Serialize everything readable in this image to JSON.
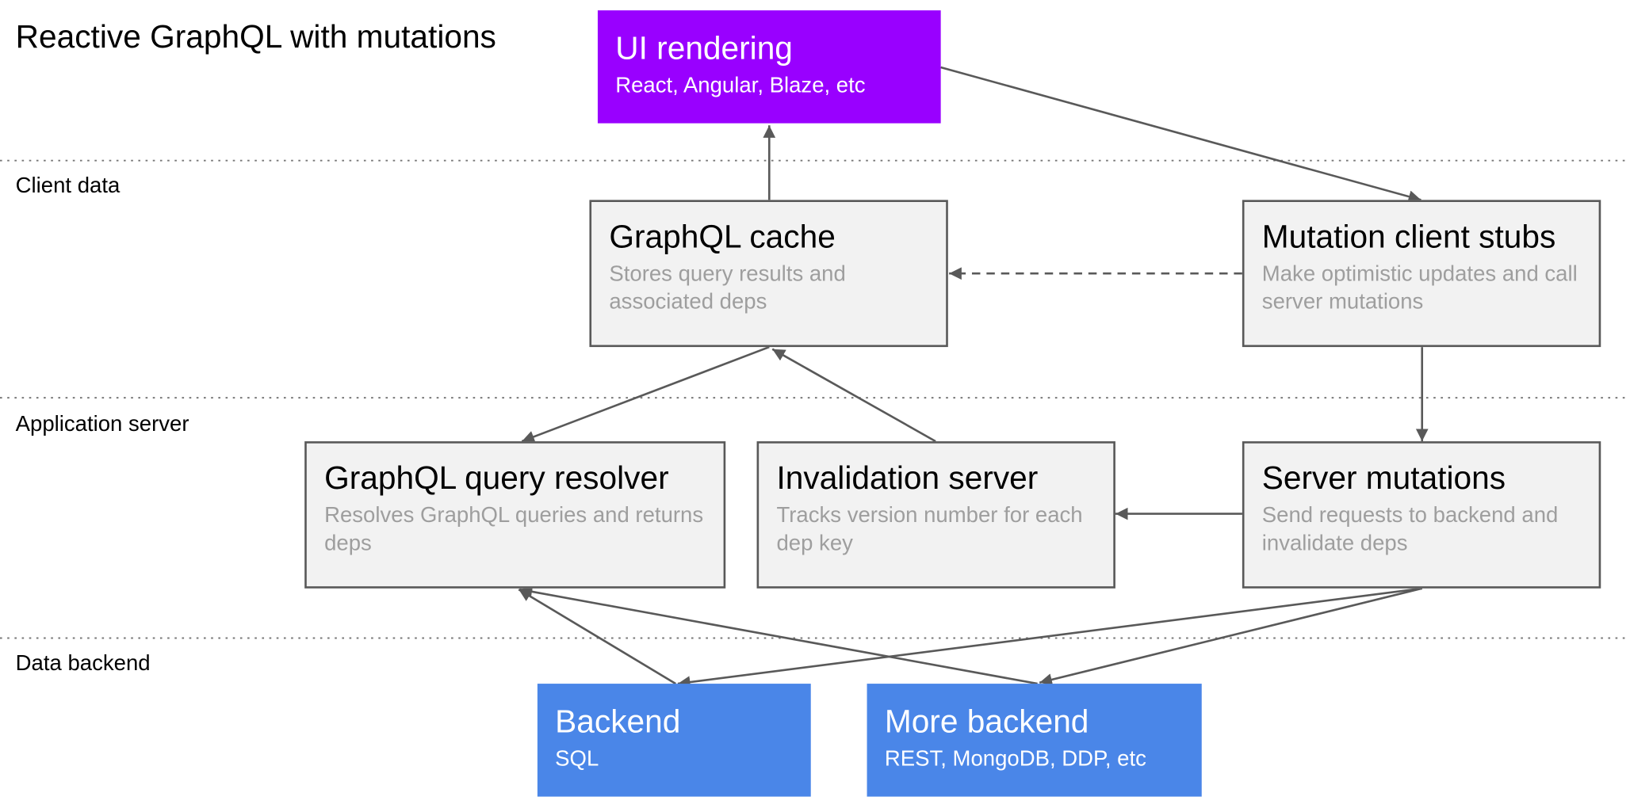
{
  "title": "Reactive GraphQL with mutations",
  "lanes": {
    "client": "Client data",
    "app": "Application server",
    "data": "Data backend"
  },
  "nodes": {
    "ui": {
      "title": "UI rendering",
      "subtitle": "React, Angular, Blaze, etc"
    },
    "cache": {
      "title": "GraphQL cache",
      "subtitle": "Stores query results and associated deps"
    },
    "stubs": {
      "title": "Mutation client stubs",
      "subtitle": "Make optimistic updates and call server mutations"
    },
    "resolver": {
      "title": "GraphQL query resolver",
      "subtitle": "Resolves GraphQL queries and returns deps"
    },
    "invalidation": {
      "title": "Invalidation server",
      "subtitle": "Tracks version number for each dep key"
    },
    "mutations": {
      "title": "Server mutations",
      "subtitle": "Send requests to backend and invalidate deps"
    },
    "backend": {
      "title": "Backend",
      "subtitle": "SQL"
    },
    "more_backend": {
      "title": "More backend",
      "subtitle": "REST, MongoDB, DDP, etc"
    }
  },
  "edges": [
    {
      "from": "cache",
      "to": "ui",
      "style": "solid"
    },
    {
      "from": "ui",
      "to": "stubs",
      "style": "solid"
    },
    {
      "from": "stubs",
      "to": "cache",
      "style": "dashed"
    },
    {
      "from": "stubs",
      "to": "mutations",
      "style": "solid"
    },
    {
      "from": "cache",
      "to": "resolver",
      "style": "solid"
    },
    {
      "from": "invalidation",
      "to": "cache",
      "style": "solid"
    },
    {
      "from": "mutations",
      "to": "invalidation",
      "style": "solid"
    },
    {
      "from": "backend",
      "to": "resolver",
      "style": "solid"
    },
    {
      "from": "more_backend",
      "to": "resolver",
      "style": "solid"
    },
    {
      "from": "mutations",
      "to": "backend",
      "style": "solid"
    },
    {
      "from": "mutations",
      "to": "more_backend",
      "style": "solid"
    }
  ],
  "colors": {
    "ui_fill": "#9900ff",
    "backend_fill": "#4a86e8",
    "box_fill": "#f2f2f2",
    "box_border": "#595959",
    "subtitle_gray": "#9e9e9e",
    "edge": "#595959"
  }
}
